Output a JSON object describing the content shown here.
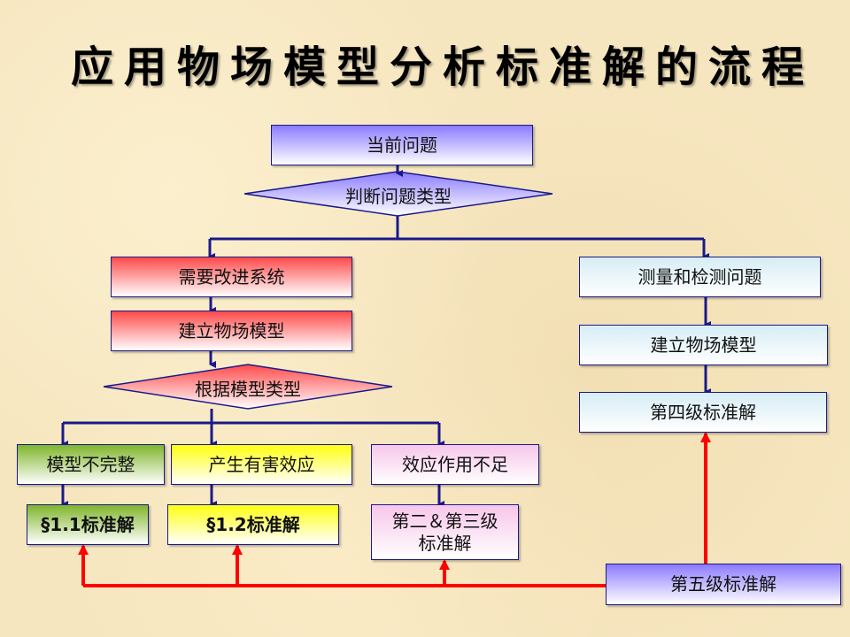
{
  "title": "应用物场模型分析标准解的流程",
  "nodes": {
    "current_problem": "当前问题",
    "judge_type": "判断问题类型",
    "improve_system": "需要改进系统",
    "build_model_left": "建立物场模型",
    "by_model_type": "根据模型类型",
    "incomplete_model": "模型不完整",
    "harmful_effect": "产生有害效应",
    "insufficient_effect": "效应作用不足",
    "std_1_1": "§1.1标准解",
    "std_1_2": "§1.2标准解",
    "std_2_3_line1": "第二＆第三级",
    "std_2_3_line2": "标准解",
    "measure_detect": "测量和检测问题",
    "build_model_right": "建立物场模型",
    "level4": "第四级标准解",
    "level5": "第五级标准解"
  },
  "colors": {
    "flow_line": "#1a1a8a",
    "feedback_line": "#ff0000"
  }
}
